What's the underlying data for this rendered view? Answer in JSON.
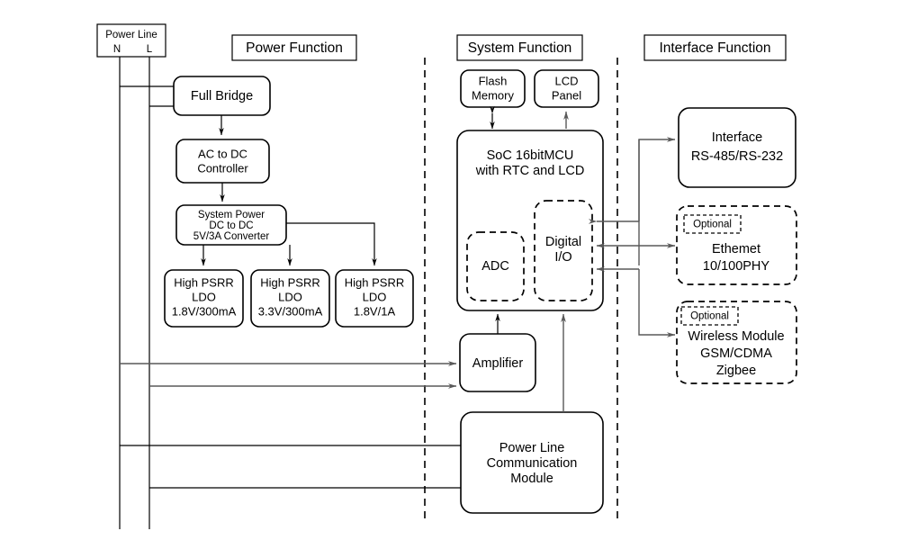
{
  "sections": [
    {
      "id": "power",
      "label": "Power Function"
    },
    {
      "id": "system",
      "label": "System Function"
    },
    {
      "id": "interface",
      "label": "Interface Function"
    }
  ],
  "power_line": {
    "title": "Power Line",
    "neutral": "N",
    "live": "L"
  },
  "power_blocks": [
    {
      "id": "full-bridge",
      "lines": [
        "Full Bridge"
      ]
    },
    {
      "id": "ac-to-dc",
      "lines": [
        "AC to DC",
        "Controller"
      ]
    },
    {
      "id": "system-power",
      "lines": [
        "System Power",
        "DC to DC",
        "5V/3A Converter"
      ]
    },
    {
      "id": "ldo-1",
      "lines": [
        "High PSRR",
        "LDO",
        "1.8V/300mA"
      ]
    },
    {
      "id": "ldo-2",
      "lines": [
        "High PSRR",
        "LDO",
        "3.3V/300mA"
      ]
    },
    {
      "id": "ldo-3",
      "lines": [
        "High PSRR",
        "LDO",
        "1.8V/1A"
      ]
    }
  ],
  "system_blocks": [
    {
      "id": "flash-memory",
      "lines": [
        "Flash",
        "Memory"
      ]
    },
    {
      "id": "lcd-panel",
      "lines": [
        "LCD",
        "Panel"
      ]
    },
    {
      "id": "soc",
      "lines": [
        "SoC 16bitMCU",
        "with RTC and LCD"
      ]
    },
    {
      "id": "adc",
      "lines": [
        "ADC"
      ]
    },
    {
      "id": "digital-io",
      "lines": [
        "Digital",
        "I/O"
      ]
    },
    {
      "id": "amplifier",
      "lines": [
        "Amplifier"
      ]
    },
    {
      "id": "plc-module",
      "lines": [
        "Power Line",
        "Communication",
        "Module"
      ]
    }
  ],
  "interface_blocks": [
    {
      "id": "interface-rs",
      "optional": null,
      "lines": [
        "Interface",
        "RS-485/RS-232"
      ]
    },
    {
      "id": "ethernet",
      "optional": "Optional",
      "lines": [
        "Ethemet",
        "10/100PHY"
      ]
    },
    {
      "id": "wireless",
      "optional": "Optional",
      "lines": [
        "Wireless Module",
        "GSM/CDMA",
        "Zigbee"
      ]
    }
  ],
  "colors": {
    "stroke": "#000000",
    "wire": "#595959",
    "background": "#ffffff"
  }
}
